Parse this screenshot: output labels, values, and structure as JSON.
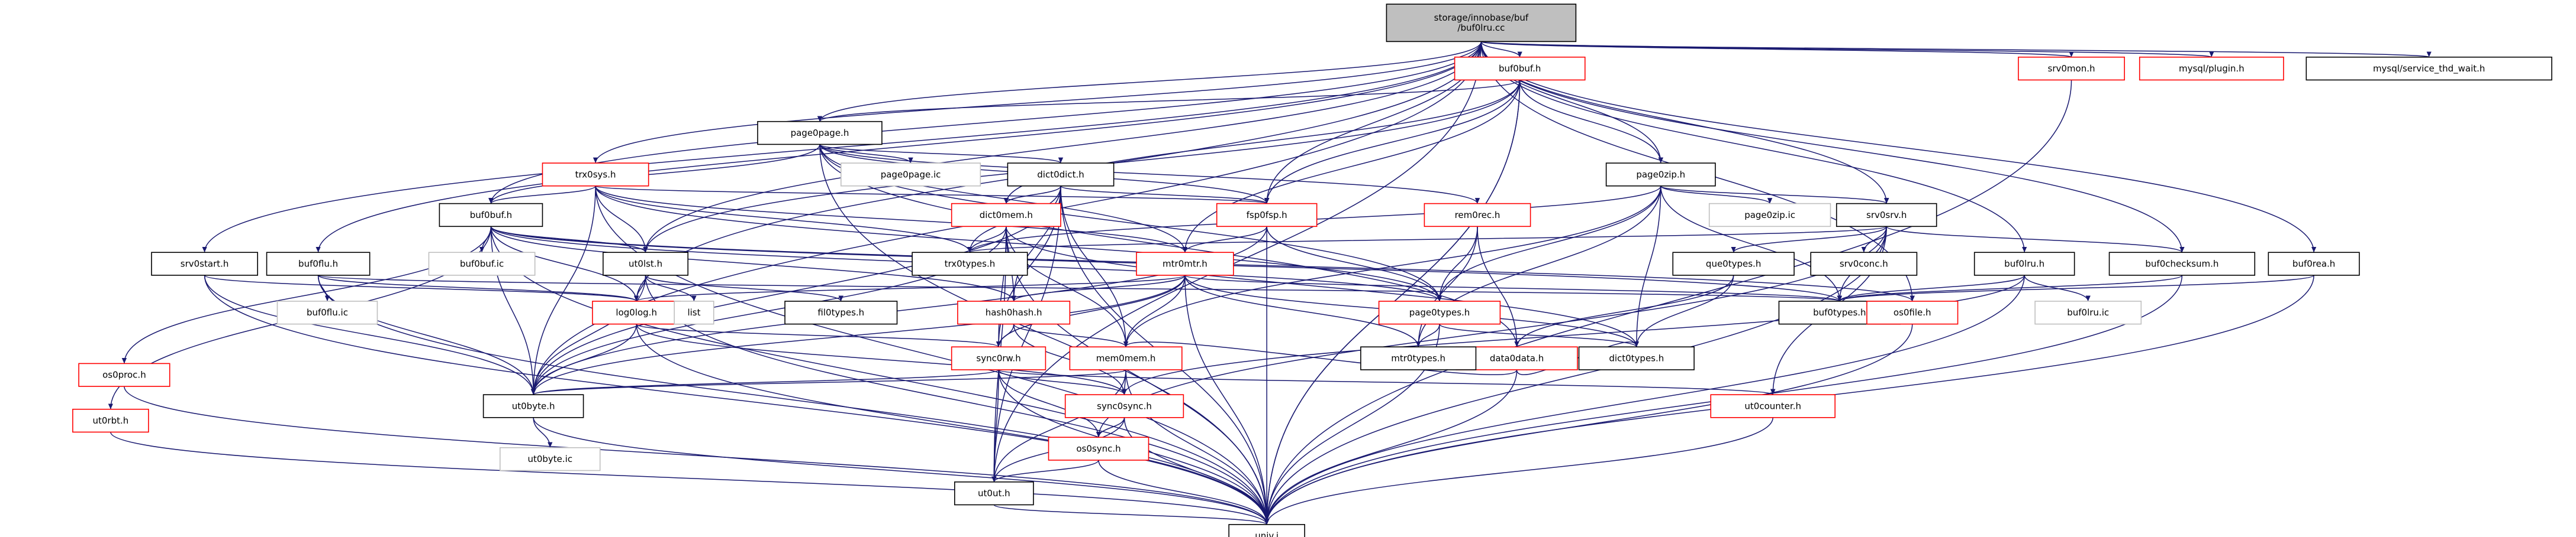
{
  "diagram": {
    "root": {
      "id": "root",
      "lines": [
        "storage/innobase/buf",
        "/buf0lru.cc"
      ],
      "style": "root"
    },
    "nodes": [
      {
        "id": "buf0buf_h",
        "lines": [
          "buf0buf.h"
        ],
        "style": "red"
      },
      {
        "id": "mysql_plugin_h",
        "lines": [
          "mysql/plugin.h"
        ],
        "style": "red"
      },
      {
        "id": "mysql_thd_wait_h",
        "lines": [
          "mysql/service_thd_wait.h"
        ],
        "style": "black"
      },
      {
        "id": "srv0mon_h",
        "lines": [
          "srv0mon.h"
        ],
        "style": "red"
      },
      {
        "id": "page0page_h",
        "lines": [
          "page0page.h"
        ],
        "style": "black"
      },
      {
        "id": "page0zip_h",
        "lines": [
          "page0zip.h"
        ],
        "style": "black"
      },
      {
        "id": "page0page_ic",
        "lines": [
          "page0page.ic"
        ],
        "style": "gray"
      },
      {
        "id": "page0zip_ic",
        "lines": [
          "page0zip.ic"
        ],
        "style": "gray"
      },
      {
        "id": "dict0dict_h",
        "lines": [
          "dict0dict.h"
        ],
        "style": "black"
      },
      {
        "id": "trx0sys_h",
        "lines": [
          "trx0sys.h"
        ],
        "style": "red"
      },
      {
        "id": "fsp0fsp_h",
        "lines": [
          "fsp0fsp.h"
        ],
        "style": "red"
      },
      {
        "id": "dict0mem_h",
        "lines": [
          "dict0mem.h"
        ],
        "style": "red"
      },
      {
        "id": "rem0rec_h",
        "lines": [
          "rem0rec.h"
        ],
        "style": "red"
      },
      {
        "id": "srv0srv_h",
        "lines": [
          "srv0srv.h"
        ],
        "style": "black"
      },
      {
        "id": "buf0buf_top_h",
        "lines": [
          "buf0buf.h"
        ],
        "style": "black"
      },
      {
        "id": "buf0buf_ic",
        "lines": [
          "buf0buf.ic"
        ],
        "style": "gray"
      },
      {
        "id": "ut0lst_h",
        "lines": [
          "ut0lst.h"
        ],
        "style": "black"
      },
      {
        "id": "srv0start_h",
        "lines": [
          "srv0start.h"
        ],
        "style": "black"
      },
      {
        "id": "buf0flu_h",
        "lines": [
          "buf0flu.h"
        ],
        "style": "black"
      },
      {
        "id": "buf0flu_ic",
        "lines": [
          "buf0flu.ic"
        ],
        "style": "gray"
      },
      {
        "id": "buf0lru_h",
        "lines": [
          "buf0lru.h"
        ],
        "style": "black"
      },
      {
        "id": "buf0lru_ic",
        "lines": [
          "buf0lru.ic"
        ],
        "style": "gray"
      },
      {
        "id": "buf0checksum_h",
        "lines": [
          "buf0checksum.h"
        ],
        "style": "black"
      },
      {
        "id": "buf0rea_h",
        "lines": [
          "buf0rea.h"
        ],
        "style": "black"
      },
      {
        "id": "que0types_h",
        "lines": [
          "que0types.h"
        ],
        "style": "black"
      },
      {
        "id": "srv0conc_h",
        "lines": [
          "srv0conc.h"
        ],
        "style": "black"
      },
      {
        "id": "trx0types_h",
        "lines": [
          "trx0types.h"
        ],
        "style": "black"
      },
      {
        "id": "mtr0mtr_h",
        "lines": [
          "mtr0mtr.h"
        ],
        "style": "red"
      },
      {
        "id": "page0types_h",
        "lines": [
          "page0types.h"
        ],
        "style": "red"
      },
      {
        "id": "data0data_h",
        "lines": [
          "data0data.h"
        ],
        "style": "red"
      },
      {
        "id": "buf0types_h",
        "lines": [
          "buf0types.h"
        ],
        "style": "black"
      },
      {
        "id": "os0file_h",
        "lines": [
          "os0file.h"
        ],
        "style": "red"
      },
      {
        "id": "log0log_h",
        "lines": [
          "log0log.h"
        ],
        "style": "red"
      },
      {
        "id": "hash0hash_h",
        "lines": [
          "hash0hash.h"
        ],
        "style": "red"
      },
      {
        "id": "fil0types_h",
        "lines": [
          "fil0types.h"
        ],
        "style": "black"
      },
      {
        "id": "std_node",
        "lines": [
          "list"
        ],
        "style": "gray"
      },
      {
        "id": "sync0rw_h",
        "lines": [
          "sync0rw.h"
        ],
        "style": "red"
      },
      {
        "id": "mem0mem_h",
        "lines": [
          "mem0mem.h"
        ],
        "style": "red"
      },
      {
        "id": "mtr0types_h",
        "lines": [
          "mtr0types.h"
        ],
        "style": "black"
      },
      {
        "id": "dict0types_h",
        "lines": [
          "dict0types.h"
        ],
        "style": "black"
      },
      {
        "id": "ut0byte_h",
        "lines": [
          "ut0byte.h"
        ],
        "style": "black"
      },
      {
        "id": "ut0byte_ic",
        "lines": [
          "ut0byte.ic"
        ],
        "style": "gray"
      },
      {
        "id": "sync0sync_h",
        "lines": [
          "sync0sync.h"
        ],
        "style": "red"
      },
      {
        "id": "ut0counter_h",
        "lines": [
          "ut0counter.h"
        ],
        "style": "red"
      },
      {
        "id": "os0sync_h",
        "lines": [
          "os0sync.h"
        ],
        "style": "red"
      },
      {
        "id": "ut0ut_h",
        "lines": [
          "ut0ut.h"
        ],
        "style": "black"
      },
      {
        "id": "os0proc_h",
        "lines": [
          "os0proc.h"
        ],
        "style": "red"
      },
      {
        "id": "ut0rbt_h",
        "lines": [
          "ut0rbt.h"
        ],
        "style": "red"
      },
      {
        "id": "univ_i",
        "lines": [
          "univ.i"
        ],
        "style": "black"
      }
    ]
  }
}
